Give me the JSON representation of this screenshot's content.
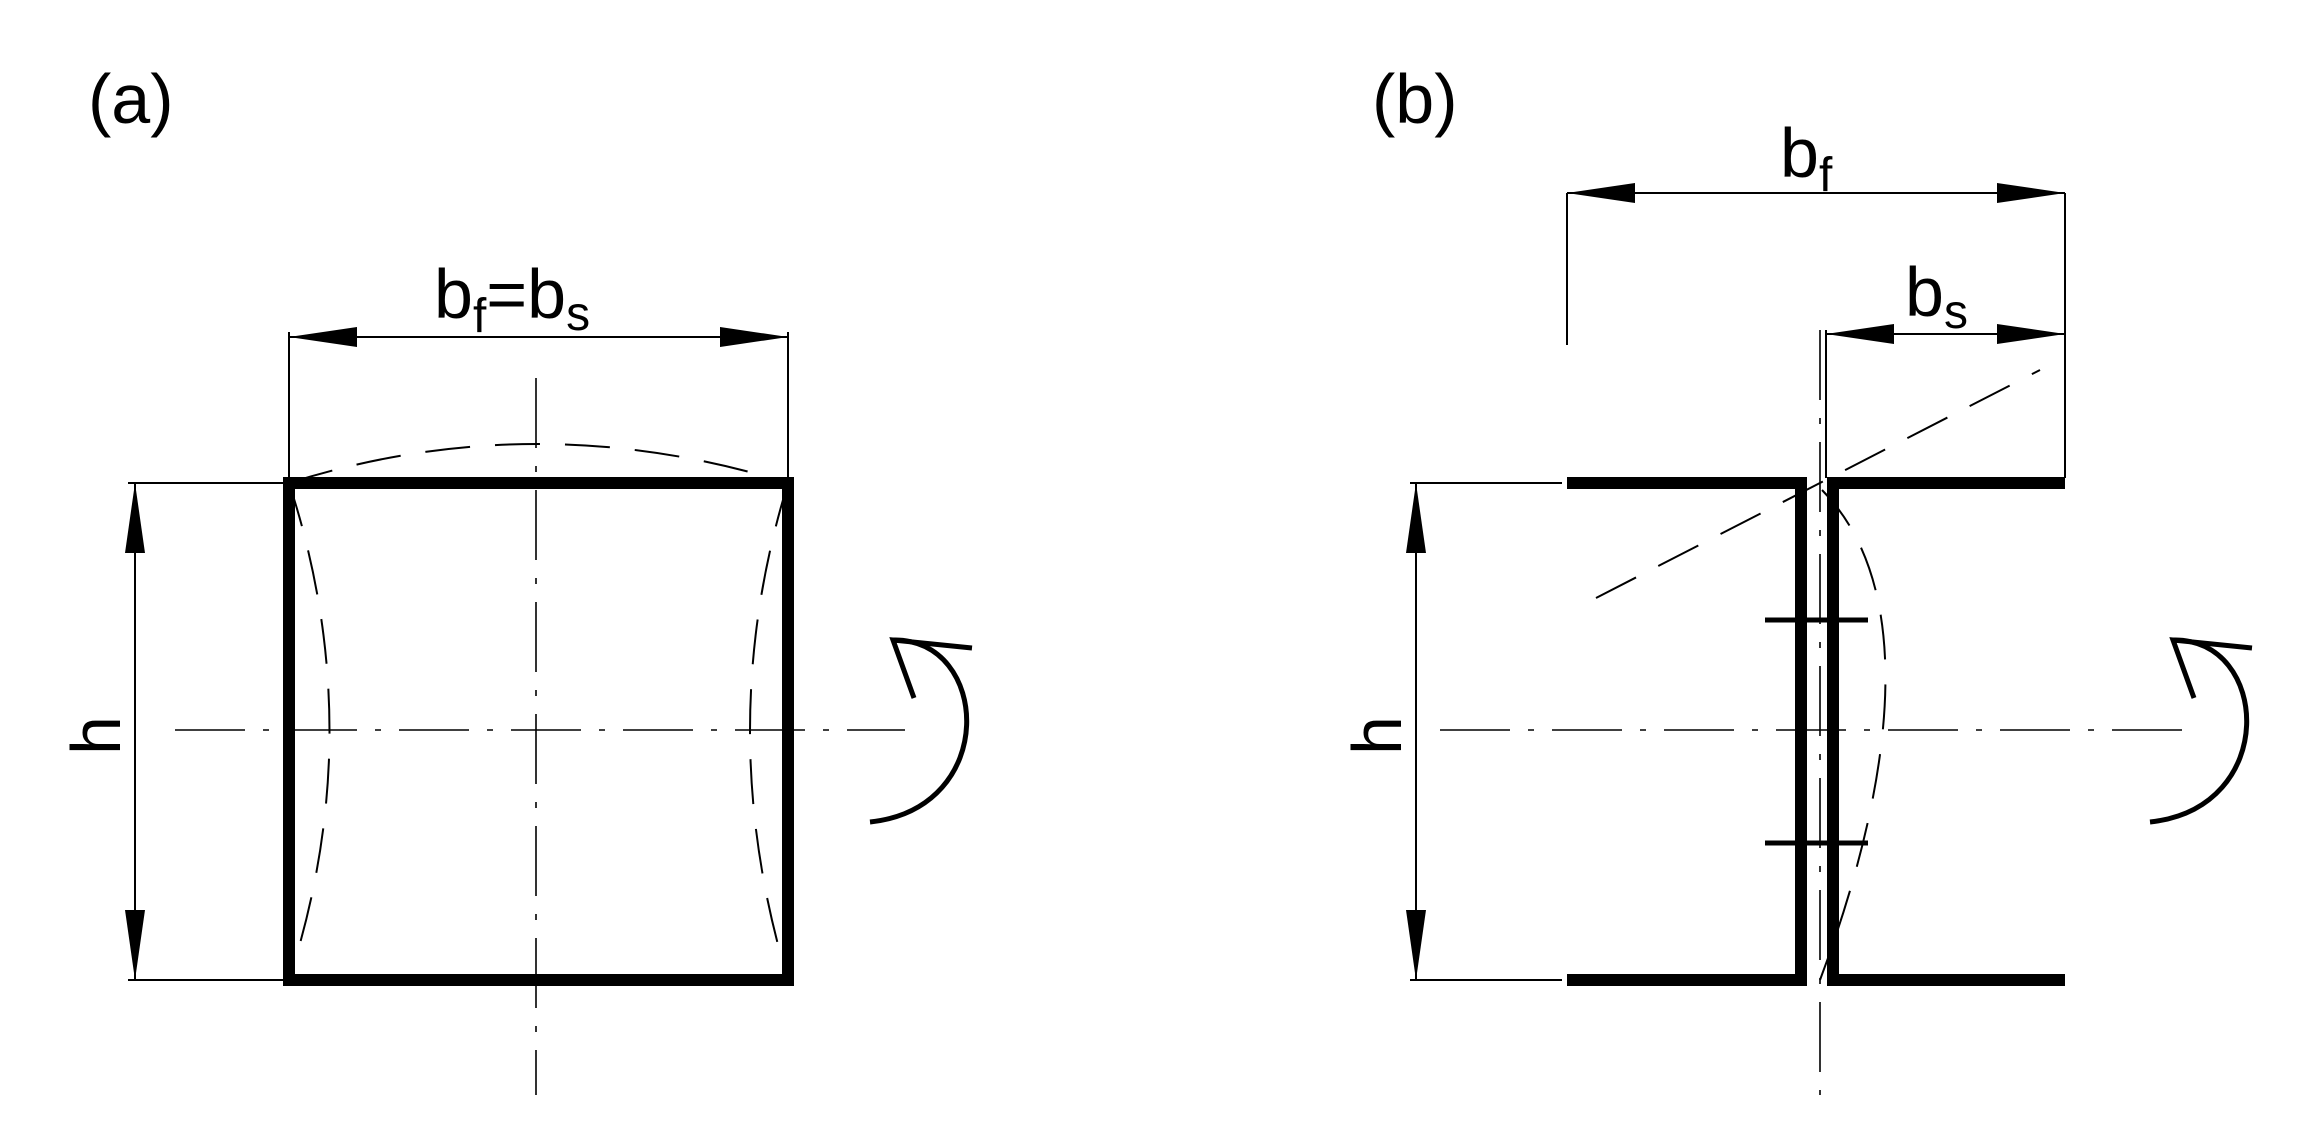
{
  "panel_a": {
    "label": "(a)",
    "dim_top_b": "b",
    "dim_top_f": "f",
    "dim_top_eq": "=b",
    "dim_top_s": "s",
    "dim_left": "h"
  },
  "panel_b": {
    "label": "(b)",
    "dim_top_b": "b",
    "dim_top_f": "f",
    "dim_inner_b": "b",
    "dim_inner_s": "s",
    "dim_left": "h"
  }
}
